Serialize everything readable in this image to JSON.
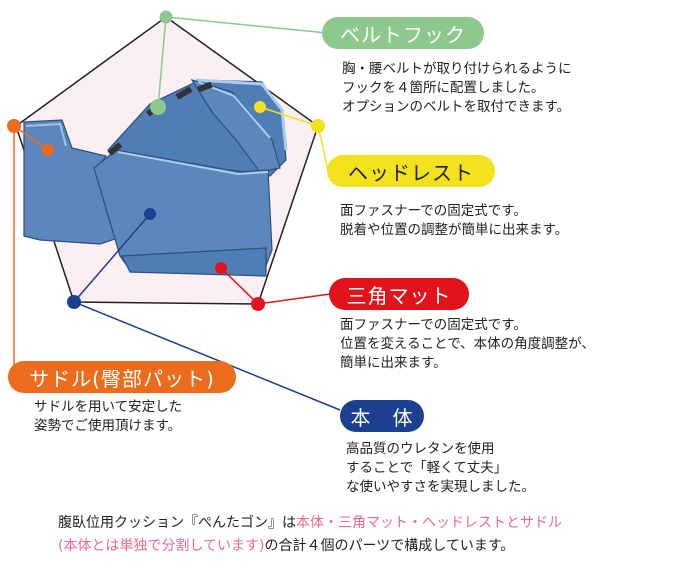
{
  "colors": {
    "belt_hook": "#8dc98d",
    "headrest": "#f2e11b",
    "triangle_mat": "#e1141c",
    "saddle": "#ec6c1d",
    "body": "#1c3f8f",
    "cushion": "#5b87bd",
    "pentagon_fill": "#fbeff2",
    "highlight_text": "#e96a8b"
  },
  "parts": {
    "belt_hook": {
      "label": "ベルトフック",
      "description": [
        "胸・腰ベルトが取り付けられるように",
        "フックを４箇所に配置しました。",
        "オプションのベルトを取付できます。"
      ]
    },
    "headrest": {
      "label": "ヘッドレスト",
      "description": [
        "面ファスナーでの固定式です。",
        "脱着や位置の調整が簡単に出来ます。"
      ]
    },
    "triangle_mat": {
      "label": "三角マット",
      "description": [
        "面ファスナーでの固定式です。",
        "位置を変えることで、本体の角度調整が、",
        "簡単に出来ます。"
      ]
    },
    "saddle": {
      "label": "サドル(臀部パット)",
      "description": [
        "サドルを用いて安定した",
        "姿勢でご使用頂けます。"
      ]
    },
    "body": {
      "label": "本　体",
      "description": [
        "高品質のウレタンを使用",
        "することで「軽くて丈夫」",
        "な使いやすさを実現しました。"
      ]
    }
  },
  "footer": {
    "line1_prefix": "腹臥位用クッション『ぺんたゴン』は",
    "line1_highlight": "本体・三角マット・ヘッドレストとサドル",
    "line2_highlight": "(本体とは単独で分割しています)",
    "line2_suffix": "の合計４個のパーツで構成しています。"
  }
}
